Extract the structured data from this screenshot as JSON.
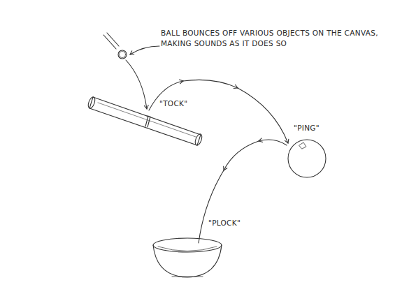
{
  "diagram": {
    "labels": [
      "BALL BOUNCES OFF VARIOUS OBJECTS ON THE CANVAS, MAKING SOUNDS AS IT DOES SO",
      "\"TOCK\"",
      "\"PING\"",
      "\"PLOCK\""
    ]
  }
}
